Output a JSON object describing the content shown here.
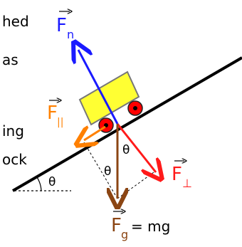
{
  "text_snippets": [
    "hed",
    "as",
    "ing",
    "ock"
  ],
  "angle_symbol": "θ",
  "forces": {
    "normal": {
      "symbol": "F",
      "subscript": "n",
      "color": "#1a1aff"
    },
    "parallel": {
      "symbol": "F",
      "subscript": "||",
      "color": "#ff8000"
    },
    "perpendicular": {
      "symbol": "F",
      "subscript": "⊥",
      "color": "#ff1a1a"
    },
    "gravity": {
      "symbol": "F",
      "subscript": "g",
      "equation": "= mg",
      "color": "#8b4513"
    }
  },
  "colors": {
    "incline": "#000000",
    "cart_body": "#ffff33",
    "wheel": "#ff0000",
    "construction_lines": "#000000"
  }
}
